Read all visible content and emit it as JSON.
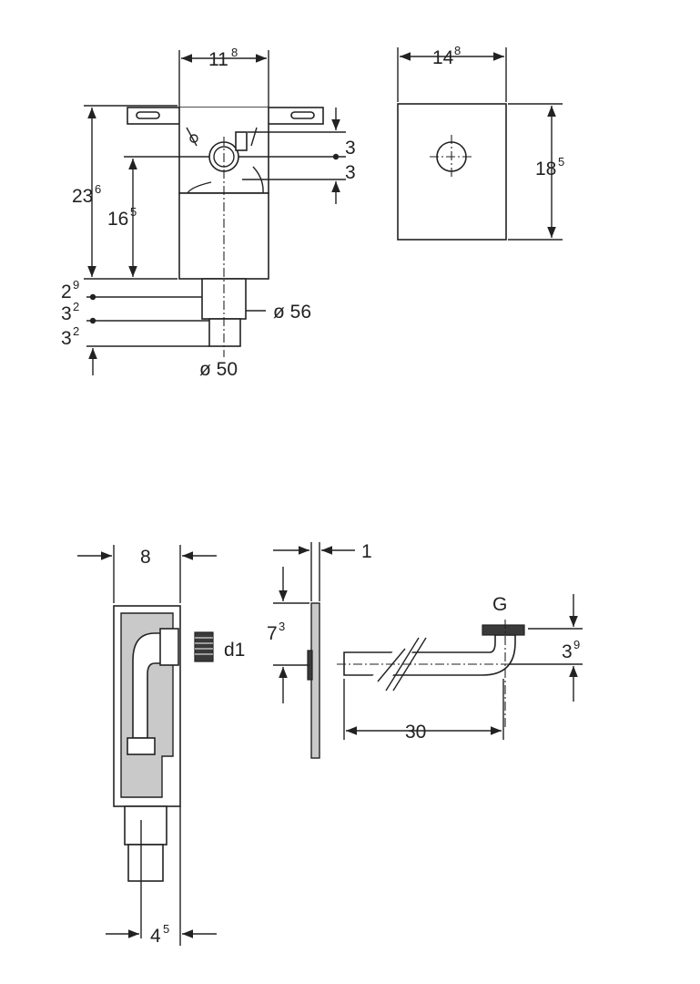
{
  "colors": {
    "line": "#222222",
    "shade": "#c9c9c9",
    "background": "#ffffff"
  },
  "front_view": {
    "width_label": {
      "main": "11",
      "sup": "8"
    },
    "height_total_label": {
      "main": "23",
      "sup": "6"
    },
    "height_mid_label": {
      "main": "16",
      "sup": "5"
    },
    "offset_top_label": "3",
    "offset_bottom_label": "3",
    "gap_1_label": {
      "main": "2",
      "sup": "9"
    },
    "gap_2_label": {
      "main": "3",
      "sup": "2"
    },
    "gap_3_label": {
      "main": "3",
      "sup": "2"
    },
    "outer_diameter_label": "ø 56",
    "inner_diameter_label": "ø 50"
  },
  "cover_plate": {
    "width_label": {
      "main": "14",
      "sup": "8"
    },
    "height_label": {
      "main": "18",
      "sup": "5"
    }
  },
  "side_view": {
    "depth_label": "8",
    "cap_label": "d1",
    "bottom_label": {
      "main": "4",
      "sup": "5"
    }
  },
  "plate_side": {
    "thickness_label": "1",
    "height_label": {
      "main": "7",
      "sup": "3"
    }
  },
  "pipe_bend": {
    "thread_label": "G",
    "rise_label": {
      "main": "3",
      "sup": "9"
    },
    "length_label": "30"
  }
}
